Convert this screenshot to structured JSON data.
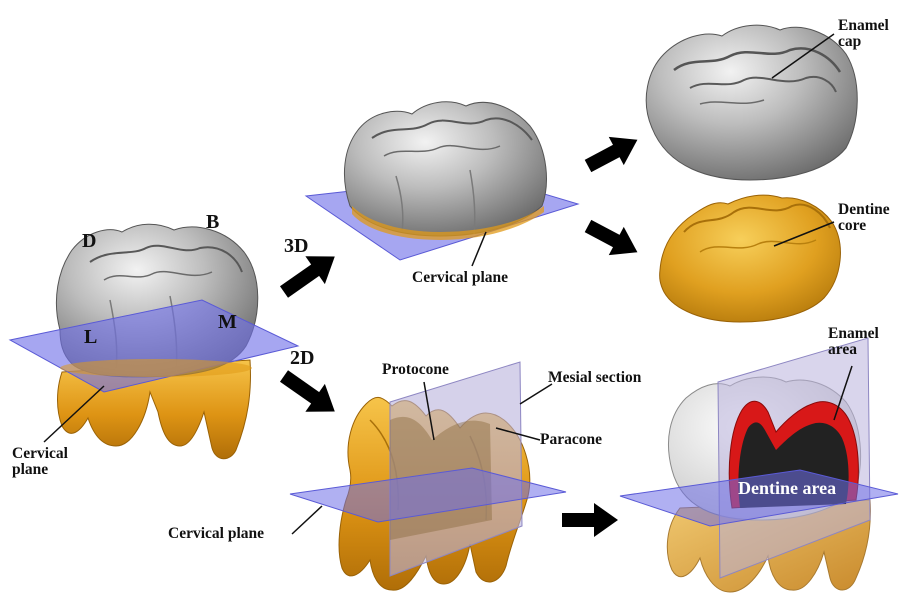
{
  "labels": {
    "orientation": {
      "D": "D",
      "B": "B",
      "L": "L",
      "M": "M"
    },
    "cervical_plane_left": [
      "Cervical",
      "plane"
    ],
    "method_3d": "3D",
    "method_2d": "2D",
    "cervical_plane_3d": "Cervical plane",
    "cervical_plane_2d": "Cervical plane",
    "enamel_cap": [
      "Enamel",
      "cap"
    ],
    "dentine_core": [
      "Dentine",
      "core"
    ],
    "protocone": "Protocone",
    "paracone": "Paracone",
    "mesial_section": "Mesial section",
    "enamel_area": [
      "Enamel",
      "area"
    ],
    "dentine_area": "Dentine area"
  },
  "colors": {
    "enamel": "#a9a9a9",
    "dentine": "#e09a18",
    "plane": "#6f6fe8",
    "section": "#b9b2dc",
    "enamel_area": "#d81818",
    "dentine_area": "#222222",
    "arrow": "#000000"
  },
  "icons": [
    "arrow-right-up-icon",
    "arrow-right-down-icon",
    "arrow-right-icon"
  ]
}
